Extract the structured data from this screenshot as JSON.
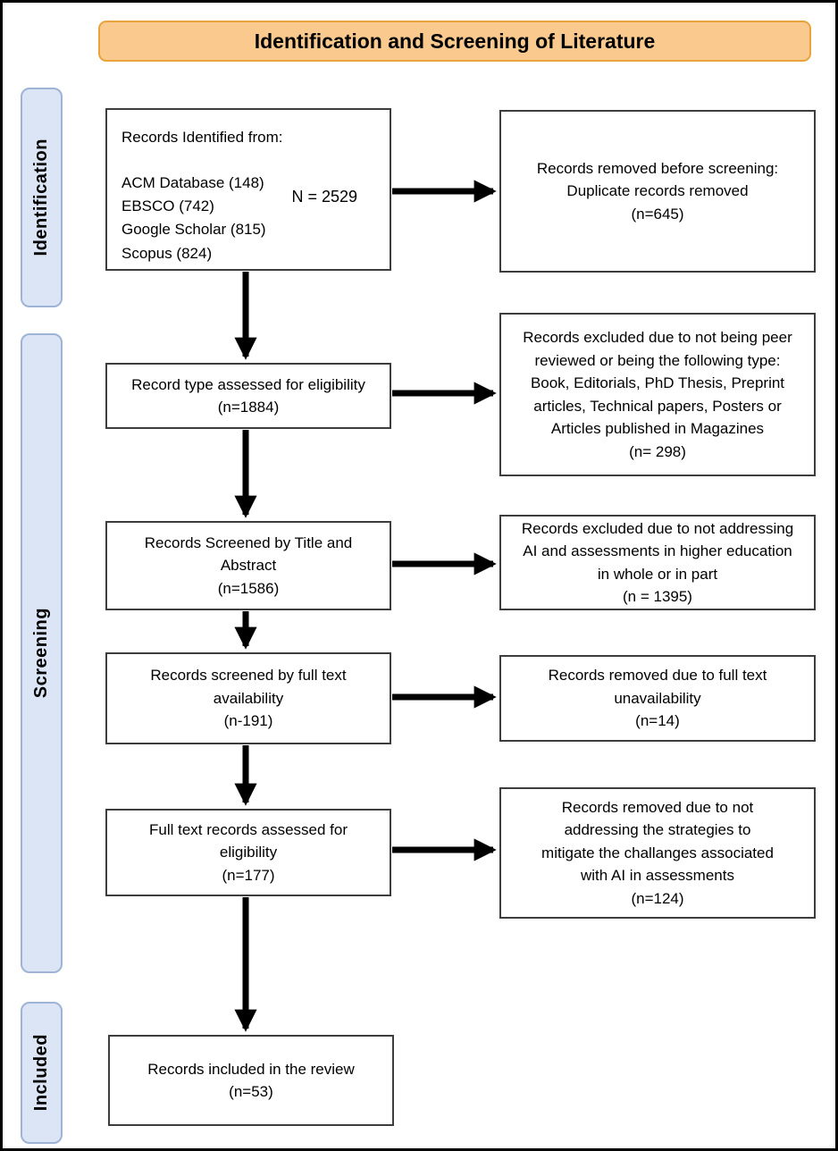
{
  "title": "Identification and Screening of Literature",
  "stages": {
    "identification": "Identification",
    "screening": "Screening",
    "included": "Included"
  },
  "colors": {
    "title_bg": "#F9C98E",
    "title_border": "#E8A33D",
    "stage_bg": "#DBE5F6",
    "stage_border": "#9FB4D4",
    "box_border": "#3d3d3d",
    "arrow": "#000000"
  },
  "boxes": {
    "identified": {
      "heading": "Records Identified from:",
      "sources": [
        "ACM Database (148)",
        "EBSCO (742)",
        "Google Scholar (815)",
        "Scopus (824)"
      ],
      "total": "N = 2529"
    },
    "record_type": {
      "lines": [
        "Record type assessed for eligibility",
        "(n=1884)"
      ]
    },
    "title_abstract": {
      "lines": [
        "Records Screened by Title and",
        "Abstract",
        "(n=1586)"
      ]
    },
    "fulltext_avail": {
      "lines": [
        "Records screened by full text",
        "availability",
        "(n-191)"
      ]
    },
    "fulltext_assessed": {
      "lines": [
        "Full text records assessed for",
        "eligibility",
        "(n=177)"
      ]
    },
    "included_review": {
      "lines": [
        "Records included in the review",
        "(n=53)"
      ]
    },
    "removed_duplicates": {
      "lines": [
        "Records removed before screening:",
        "Duplicate records removed",
        "(n=645)"
      ]
    },
    "excluded_type": {
      "lines": [
        "Records excluded due to not being peer",
        "reviewed or being the following type:",
        "Book, Editorials, PhD Thesis, Preprint",
        "articles, Technical papers, Posters or",
        "Articles published in Magazines",
        "(n= 298)"
      ]
    },
    "excluded_topic": {
      "lines": [
        "Records excluded due to not addressing",
        "AI and assessments in higher education",
        "in whole or in part",
        "(n = 1395)"
      ]
    },
    "removed_unavailable": {
      "lines": [
        "Records removed due to full text",
        "unavailability",
        "(n=14)"
      ]
    },
    "removed_strategies": {
      "lines": [
        "Records removed due to not",
        "addressing the strategies to",
        "mitigate the challanges associated",
        "with  AI in assessments",
        "(n=124)"
      ]
    }
  }
}
